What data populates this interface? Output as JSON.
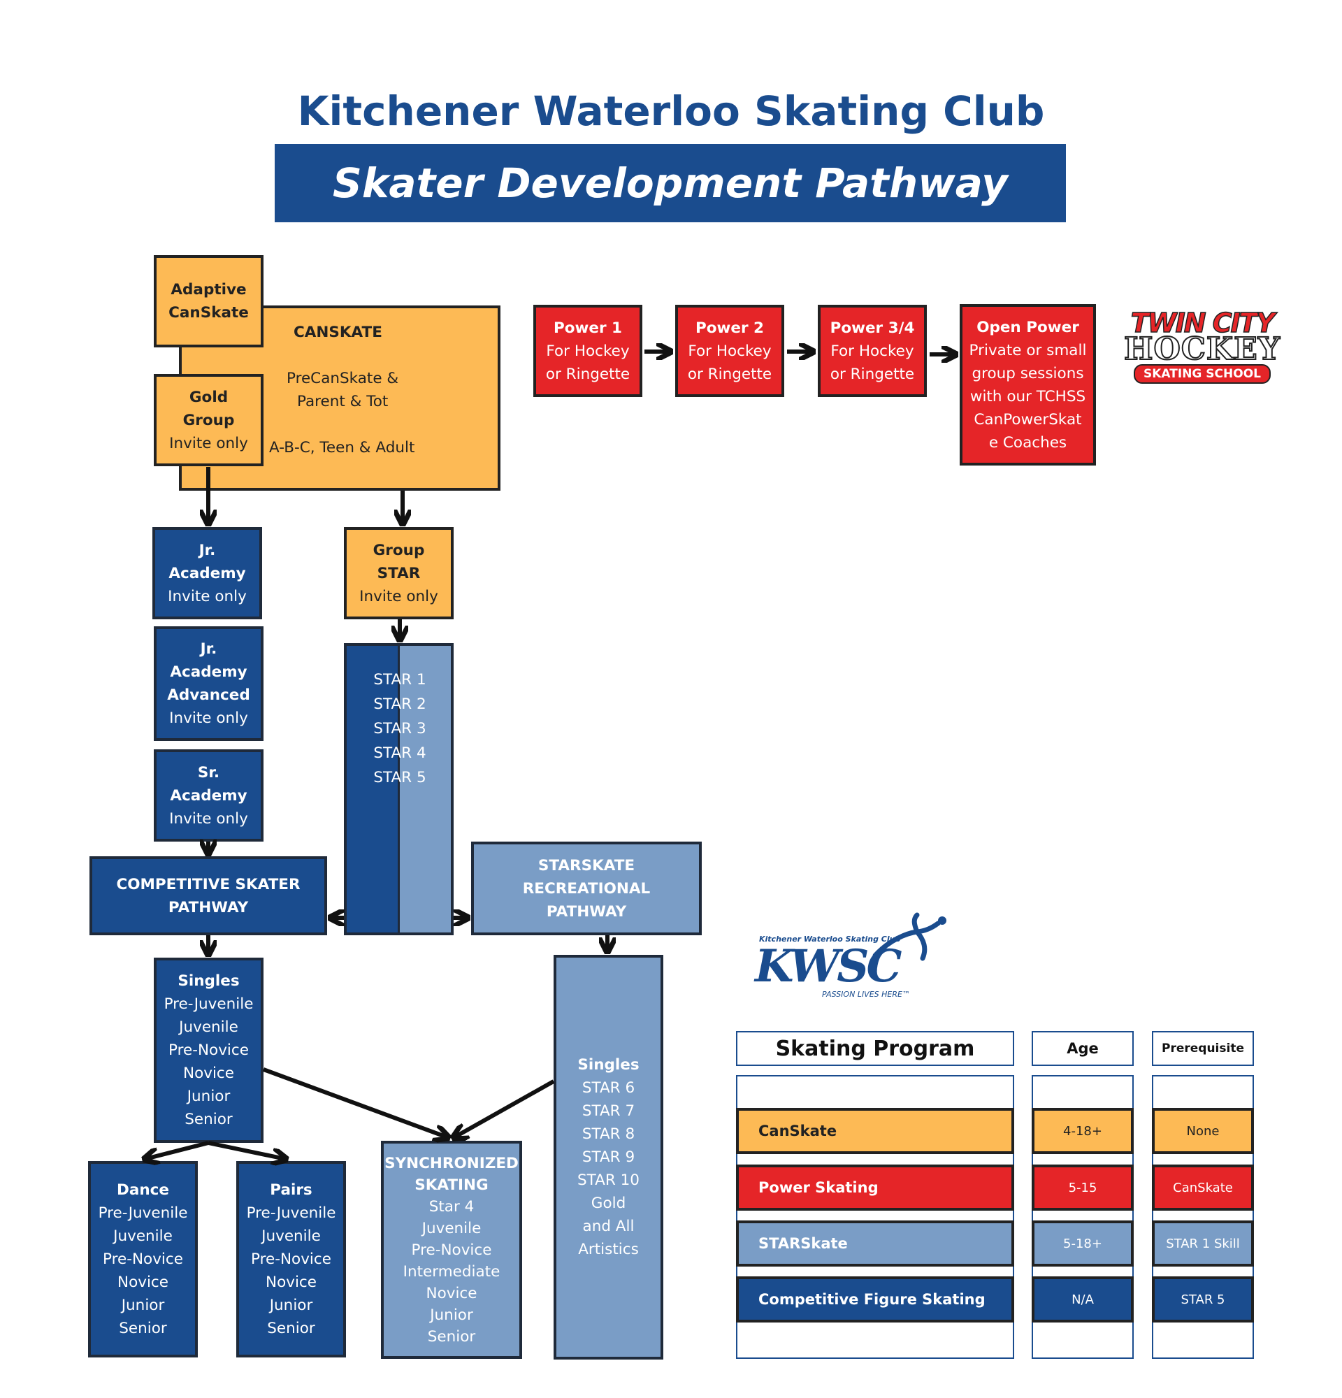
{
  "header": {
    "title": "Kitchener Waterloo Skating Club",
    "subtitle": "Skater Development Pathway"
  },
  "colors": {
    "orange": "#FDBA55",
    "red": "#E52528",
    "navy": "#1A4C8E",
    "light_blue": "#7A9DC6"
  },
  "canskate": {
    "adaptive": [
      "Adaptive",
      "CanSkate"
    ],
    "title": "CANSKATE",
    "sub1": "PreCanSkate &",
    "sub2": "Parent & Tot",
    "sub3": "A-B-C, Teen & Adult",
    "gold_title": [
      "Gold",
      "Group"
    ],
    "gold_note": "Invite only"
  },
  "power": [
    {
      "title": "Power 1",
      "lines": [
        "For Hockey",
        "or Ringette"
      ]
    },
    {
      "title": "Power 2",
      "lines": [
        "For Hockey",
        "or Ringette"
      ]
    },
    {
      "title": "Power 3/4",
      "lines": [
        "For Hockey",
        "or Ringette"
      ]
    },
    {
      "title": "Open Power",
      "lines": [
        "Private or small",
        "group sessions",
        "with our TCHSS",
        "CanPowerSkat",
        "e Coaches"
      ]
    }
  ],
  "logos": {
    "twin_city": {
      "line1": "TWIN CITY",
      "line2": "HOCKEY",
      "line3": "SKATING SCHOOL"
    },
    "kwsc": {
      "top": "Kitchener Waterloo Skating Club",
      "main": "KWSC",
      "tagline": "PASSION LIVES HERE™"
    }
  },
  "academy": [
    {
      "title": [
        "Jr.",
        "Academy"
      ],
      "note": "Invite only"
    },
    {
      "title": [
        "Jr.",
        "Academy",
        "Advanced"
      ],
      "note": "Invite only"
    },
    {
      "title": [
        "Sr.",
        "Academy"
      ],
      "note": "Invite only"
    }
  ],
  "group_star": {
    "title": [
      "Group",
      "STAR"
    ],
    "note": "Invite only"
  },
  "star_levels": [
    "STAR 1",
    "STAR 2",
    "STAR 3",
    "STAR 4",
    "STAR 5"
  ],
  "competitive": {
    "title": [
      "COMPETITIVE SKATER",
      "PATHWAY"
    ]
  },
  "starskate": {
    "title": [
      "STARSKATE",
      "RECREATIONAL",
      "PATHWAY"
    ]
  },
  "singles_comp": {
    "title": "Singles",
    "levels": [
      "Pre-Juvenile",
      "Juvenile",
      "Pre-Novice",
      "Novice",
      "Junior",
      "Senior"
    ]
  },
  "dance": {
    "title": "Dance",
    "levels": [
      "Pre-Juvenile",
      "Juvenile",
      "Pre-Novice",
      "Novice",
      "Junior",
      "Senior"
    ]
  },
  "pairs": {
    "title": "Pairs",
    "levels": [
      "Pre-Juvenile",
      "Juvenile",
      "Pre-Novice",
      "Novice",
      "Junior",
      "Senior"
    ]
  },
  "synchro": {
    "title": [
      "SYNCHRONIZED",
      "SKATING"
    ],
    "levels": [
      "Star 4",
      "Juvenile",
      "Pre-Novice",
      "Intermediate",
      "Novice",
      "Junior",
      "Senior"
    ]
  },
  "singles_rec": {
    "title": "Singles",
    "levels": [
      "STAR 6",
      "STAR 7",
      "STAR 8",
      "STAR 9",
      "STAR 10",
      "Gold",
      "and All",
      "Artistics"
    ]
  },
  "table": {
    "headers": {
      "program": "Skating Program",
      "age": "Age",
      "prereq": "Prerequisite"
    },
    "rows": [
      {
        "program": "CanSkate",
        "age": "4-18+",
        "prereq": "None"
      },
      {
        "program": "Power Skating",
        "age": "5-15",
        "prereq": "CanSkate"
      },
      {
        "program": "STARSkate",
        "age": "5-18+",
        "prereq": "STAR 1 Skill"
      },
      {
        "program": "Competitive Figure Skating",
        "age": "N/A",
        "prereq": "STAR 5"
      }
    ]
  }
}
